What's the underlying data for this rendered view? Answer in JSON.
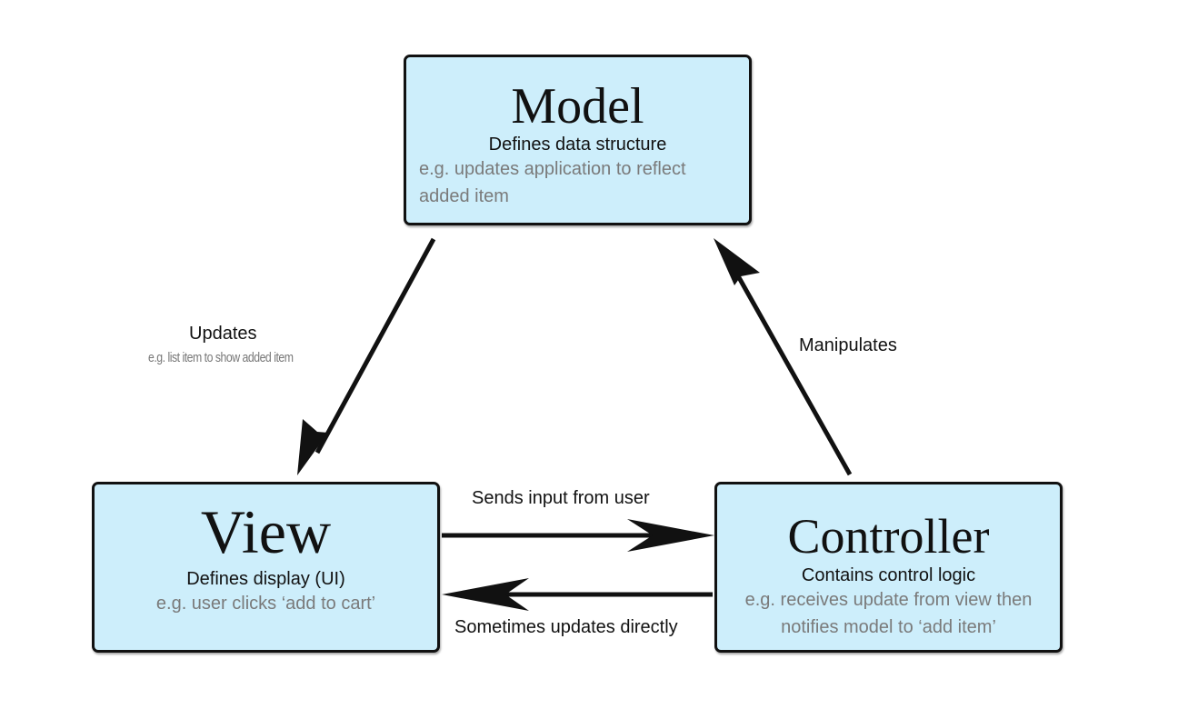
{
  "diagram": {
    "nodes": {
      "model": {
        "title": "Model",
        "subtitle": "Defines data structure",
        "example": "e.g. updates application to reflect added item"
      },
      "view": {
        "title": "View",
        "subtitle": "Defines display (UI)",
        "example": "e.g. user clicks ‘add to cart’"
      },
      "controller": {
        "title": "Controller",
        "subtitle": "Contains control logic",
        "example": "e.g. receives update from view then notifies model to ‘add item’"
      }
    },
    "edges": {
      "model_to_view": {
        "label": "Updates",
        "example": "e.g. list item to show added item"
      },
      "controller_to_model": {
        "label": "Manipulates"
      },
      "view_to_controller": {
        "label": "Sends input from user"
      },
      "controller_to_view": {
        "label": "Sometimes updates directly"
      }
    },
    "colors": {
      "box_fill": "#cdeefb",
      "box_border": "#111111",
      "arrow": "#111111",
      "example_text": "#7a7a7a"
    }
  }
}
